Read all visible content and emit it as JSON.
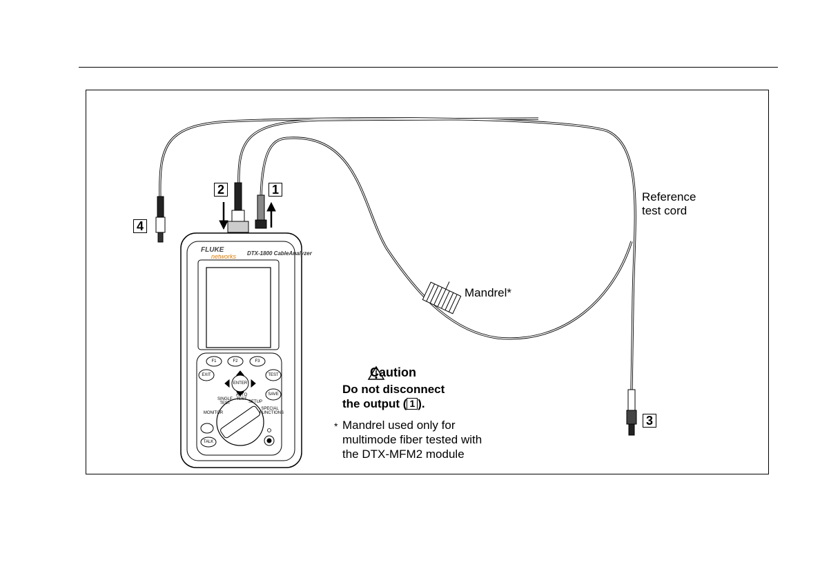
{
  "callouts": {
    "c1": "1",
    "c2": "2",
    "c3": "3",
    "c4": "4"
  },
  "labels": {
    "reference_line1": "Reference",
    "reference_line2": "test cord",
    "mandrel": "Mandrel*"
  },
  "caution": {
    "title": "Caution",
    "line1": "Do not disconnect",
    "line2_prefix": "the output (",
    "line2_ref": "1",
    "line2_suffix": ")."
  },
  "note": {
    "star": "*",
    "line1": "Mandrel used only for",
    "line2": "multimode fiber tested with",
    "line3": "the DTX-MFM2 module"
  },
  "device": {
    "brand": "FLUKE",
    "brand_sub": "networks",
    "model": "DTX-1800 CableAnalyzer",
    "keys": {
      "f1": "F1",
      "f2": "F2",
      "f3": "F3",
      "exit": "EXIT",
      "test": "TEST",
      "enter": "ENTER",
      "save": "SAVE",
      "talk": "TALK",
      "single_test": "SINGLE TEST",
      "auto_test": "AUTO TEST",
      "setup": "SETUP",
      "monitor": "MONITOR",
      "special_functions": "SPECIAL FUNCTIONS"
    }
  },
  "colors": {
    "line": "#000000",
    "device_fill": "#ffffff",
    "screen": "#ffffff",
    "accent": "#e07b00"
  }
}
